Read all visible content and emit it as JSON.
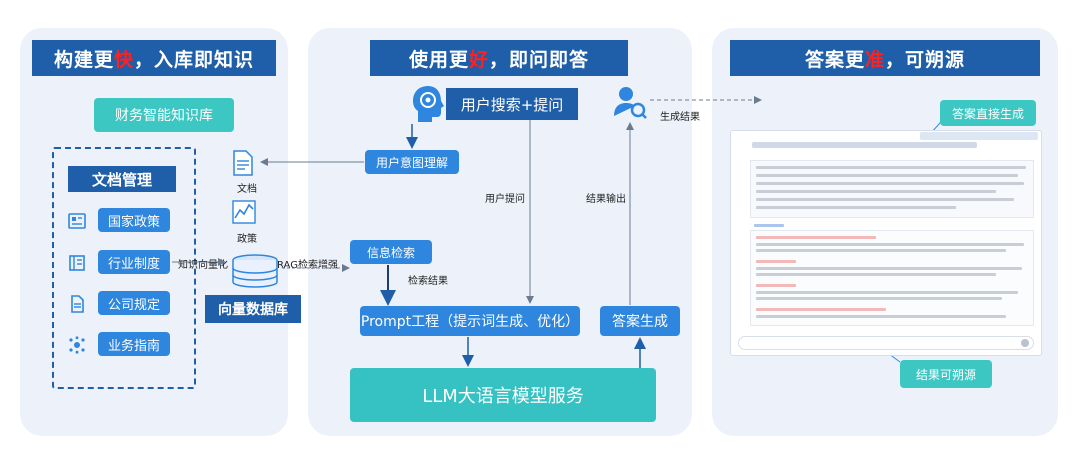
{
  "panels": {
    "left_title_pre": "构建更",
    "left_title_hi": "快",
    "left_title_post": "，入库即知识",
    "mid_title_pre": "使用更",
    "mid_title_hi": "好",
    "mid_title_post": "，即问即答",
    "right_title_pre": "答案更",
    "right_title_hi": "准",
    "right_title_post": "，可朔源"
  },
  "left": {
    "kb_label": "财务智能知识库",
    "doc_mgmt": "文档管理",
    "items": [
      "国家政策",
      "行业制度",
      "公司规定",
      "业务指南"
    ],
    "vector_db": "向量数据库",
    "vectorize_label": "知识向量化"
  },
  "middle": {
    "user_query": "用户搜索+提问",
    "intent": "用户意图理解",
    "doc_label": "文档",
    "policy_label": "政策",
    "rag_label": "RAG检索增强",
    "info_retrieval": "信息检索",
    "retrieval_result": "检索结果",
    "user_question": "用户提问",
    "result_output": "结果输出",
    "prompt_eng": "Prompt工程（提示词生成、优化）",
    "answer_gen": "答案生成",
    "llm": "LLM大语言模型服务",
    "gen_result": "生成结果"
  },
  "right": {
    "callout_top": "答案直接生成",
    "callout_bottom": "结果可朔源"
  },
  "colors": {
    "band": "#1f5ea8",
    "highlight": "#ff2020",
    "blue_button": "#2e86de",
    "teal": "#36c2c2",
    "panel_bg": "#edf2fa"
  }
}
